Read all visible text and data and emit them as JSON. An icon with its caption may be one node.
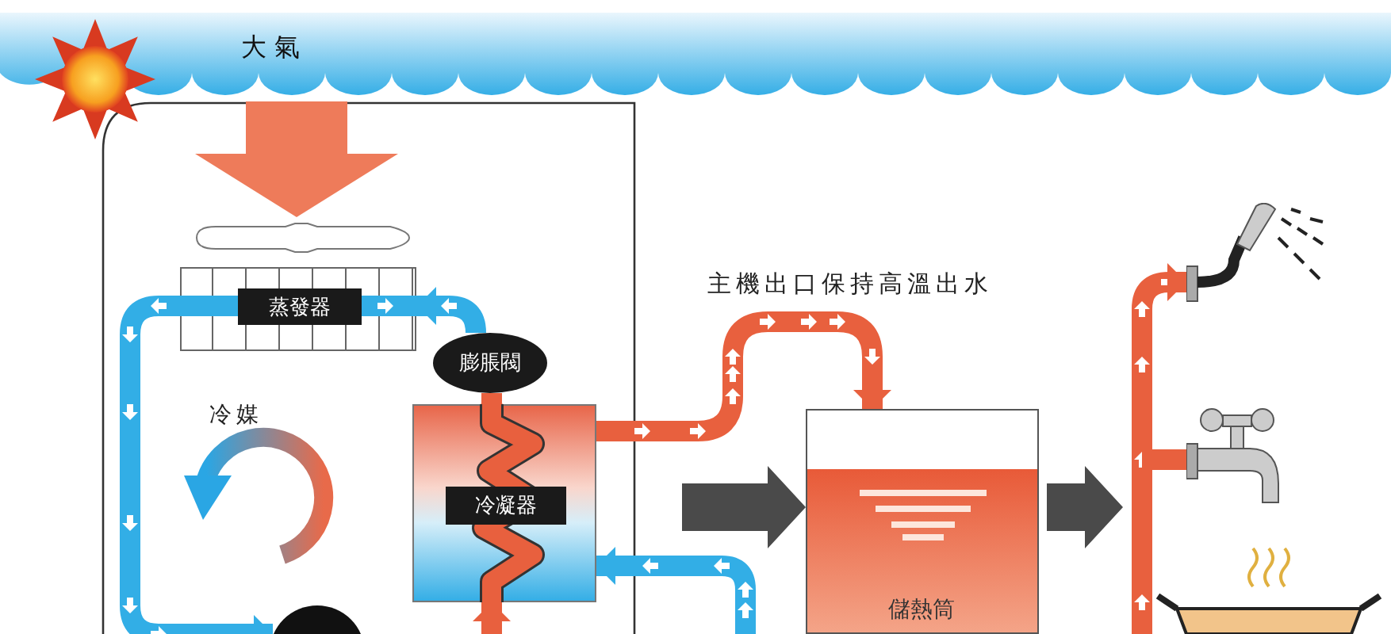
{
  "diagram": {
    "nodes": [
      {
        "text": [
          "大 氣"
        ]
      },
      {
        "text": [
          "蒸發器"
        ]
      },
      {
        "text": [
          "膨脹閥"
        ]
      },
      {
        "text": [
          "冷凝器"
        ]
      },
      {
        "text": [
          "儲熱筒"
        ]
      },
      {
        "text": [],
        "shape": "circle"
      },
      {
        "text": [],
        "shape": "picture"
      },
      {
        "text": [],
        "shape": "picture"
      }
    ],
    "edges": [
      {
        "from": 0,
        "to": 1,
        "arrow": "to",
        "style": "thick",
        "color": "#ee7b5a"
      },
      {
        "from": 1,
        "to": 5,
        "arrow": "to",
        "color": "#32aee6"
      },
      {
        "from": 2,
        "to": 1,
        "arrow": "to",
        "color": "#32aee6"
      },
      {
        "from": 3,
        "to": 2,
        "arrow": "to"
      },
      {
        "from": null,
        "to": 3,
        "arrow": "to"
      },
      {
        "from": 3,
        "to": 4,
        "arrow": "to"
      },
      {
        "from": null,
        "to": 3,
        "arrow": "to",
        "color": "#32aee6"
      },
      {
        "from": 3,
        "to": 4,
        "arrow": "to",
        "style": "thick",
        "color": "#4a4a4a"
      },
      {
        "from": 4,
        "to": null,
        "arrow": "to",
        "style": "thick",
        "color": "#4a4a4a"
      },
      {
        "from": null,
        "to": 6,
        "arrow": "to"
      },
      {
        "from": null,
        "to": 7,
        "arrow": "none"
      }
    ],
    "labels": [
      "冷媒",
      "主機出口保持高溫出水"
    ]
  }
}
